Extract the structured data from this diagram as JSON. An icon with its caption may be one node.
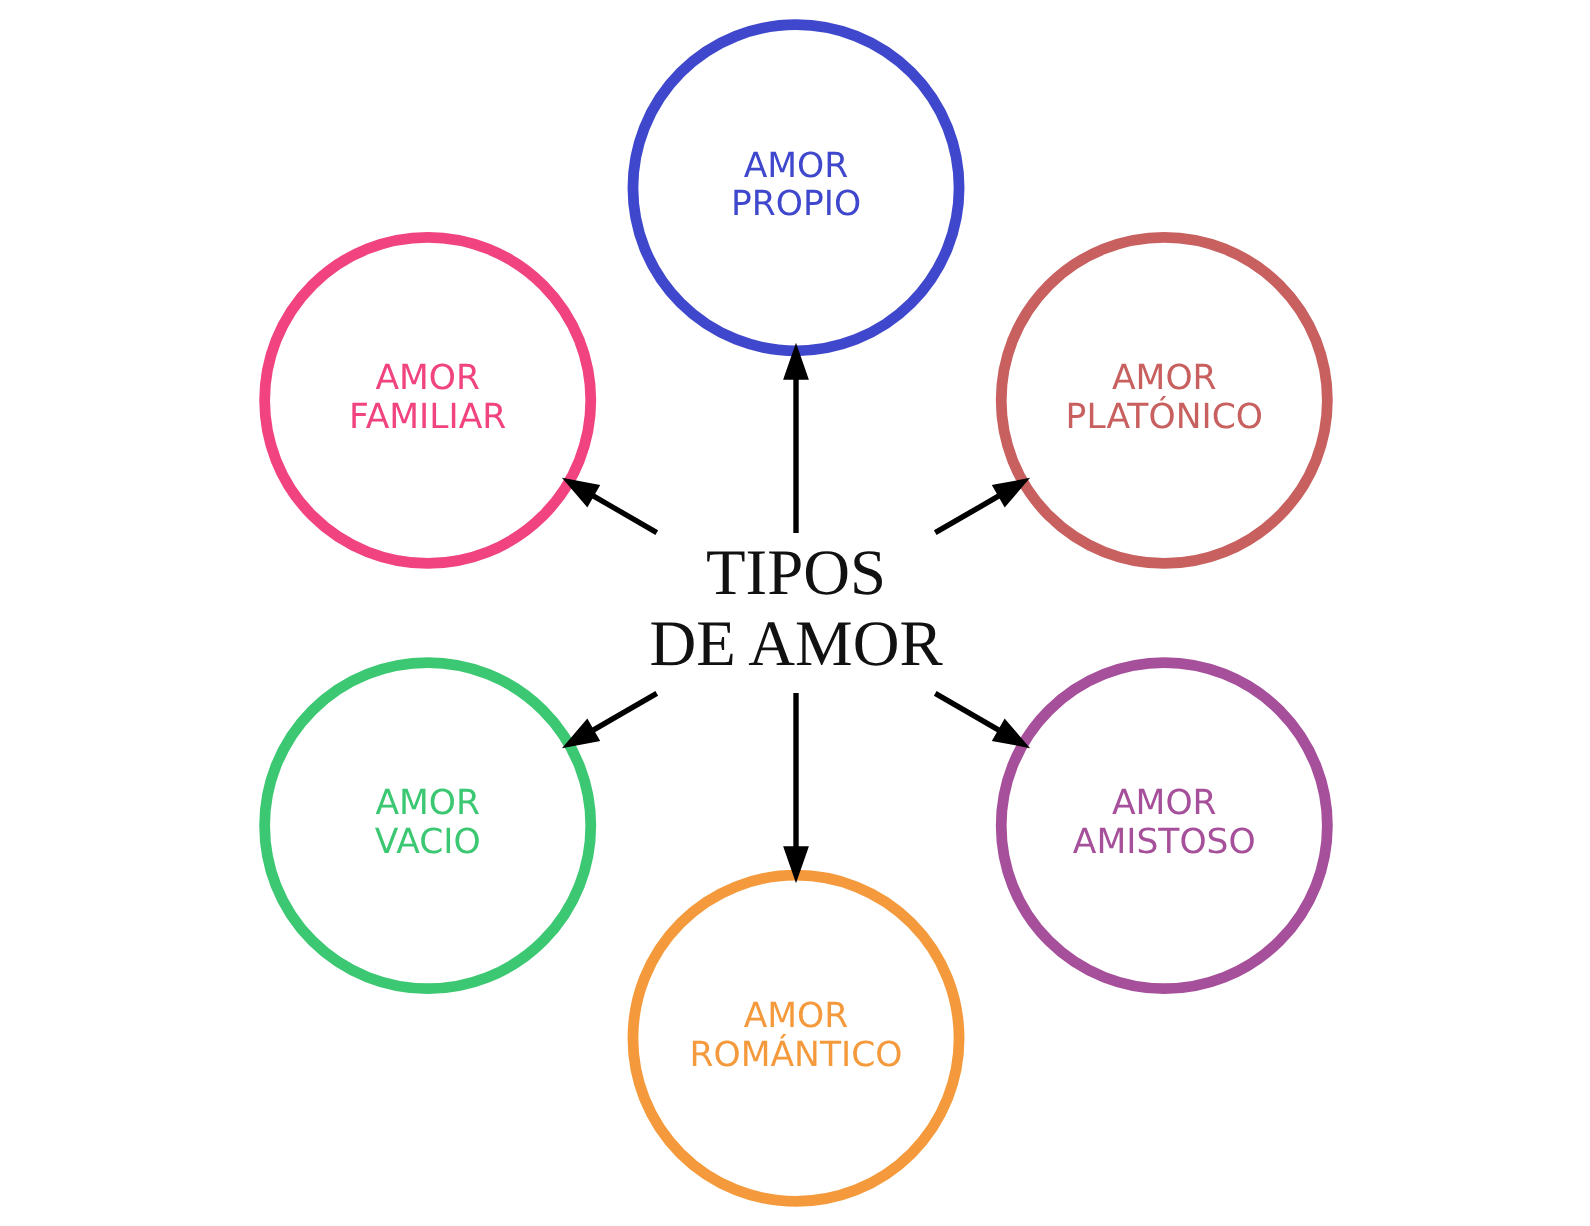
{
  "diagram": {
    "nodes": [
      {
        "text": [
          "TIPOS DE AMOR"
        ]
      },
      {
        "text": [
          "AMOR PLATÓNICO"
        ]
      },
      {
        "text": [
          "AMOR PROPIO"
        ]
      },
      {
        "text": [
          "AMOR FAMILIAR"
        ]
      },
      {
        "text": [
          "AMOR VACIO"
        ]
      },
      {
        "text": [
          "AMOR ROMÁNTICO"
        ]
      },
      {
        "text": [
          "AMOR AMISTOSO"
        ]
      }
    ],
    "edges": [
      {
        "from": 0,
        "to": 1,
        "arrow": "to"
      },
      {
        "from": 0,
        "to": 2,
        "arrow": "to"
      },
      {
        "from": 0,
        "to": 3,
        "arrow": "to"
      },
      {
        "from": 0,
        "to": 4,
        "arrow": "to"
      },
      {
        "from": 0,
        "to": 5,
        "arrow": "to"
      },
      {
        "from": 0,
        "to": 6,
        "arrow": "to"
      }
    ]
  }
}
